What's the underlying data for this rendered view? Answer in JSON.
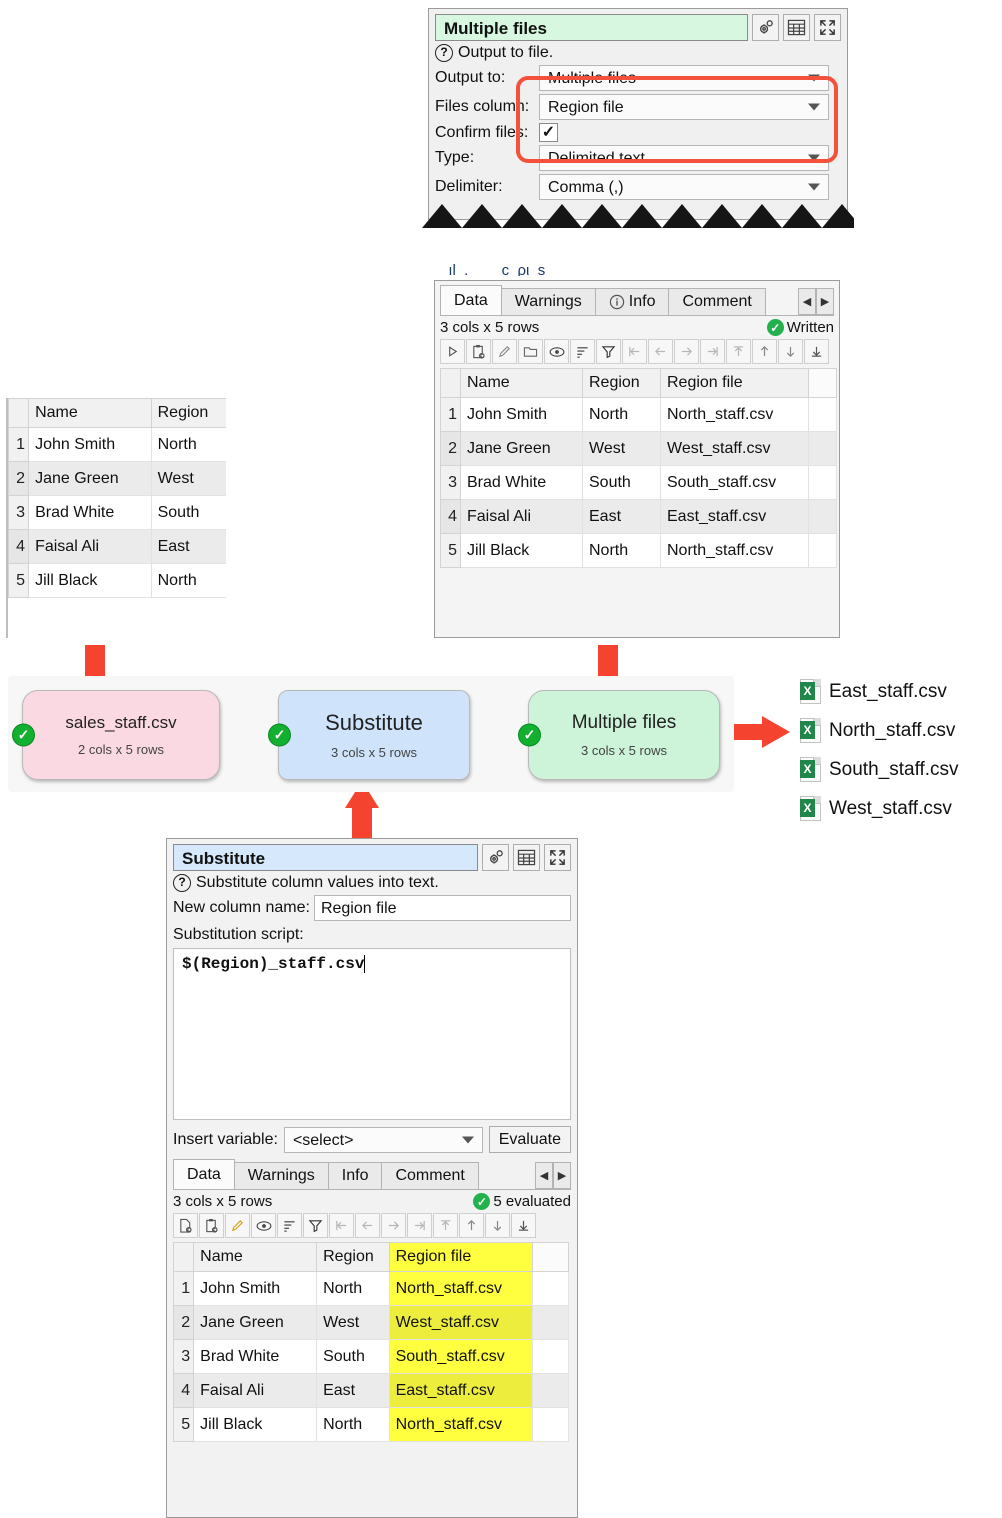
{
  "top_panel": {
    "title": "Multiple files",
    "help_text": "Output to file.",
    "icons": {
      "gear": "gear-icon",
      "table": "table-icon",
      "expand": "expand-icon",
      "help": "?"
    },
    "fields": [
      {
        "label": "Output to:",
        "value": "Multiple files",
        "type": "combo"
      },
      {
        "label": "Files column:",
        "value": "Region file",
        "type": "combo"
      },
      {
        "label": "Confirm files:",
        "value": "✓",
        "type": "checkbox"
      },
      {
        "label": "Type:",
        "value": "Delimited text",
        "type": "combo"
      },
      {
        "label": "Delimiter:",
        "value": "Comma (,)",
        "type": "combo"
      }
    ],
    "highlight_color": "#f4513c"
  },
  "left_table": {
    "columns": [
      "Name",
      "Region"
    ],
    "rows": [
      {
        "n": "1",
        "Name": "John Smith",
        "Region": "North"
      },
      {
        "n": "2",
        "Name": "Jane Green",
        "Region": "West"
      },
      {
        "n": "3",
        "Name": "Brad White",
        "Region": "South"
      },
      {
        "n": "4",
        "Name": "Faisal Ali",
        "Region": "East"
      },
      {
        "n": "5",
        "Name": "Jill Black",
        "Region": "North"
      }
    ]
  },
  "output_panel": {
    "tabs": [
      {
        "label": "Data",
        "active": true
      },
      {
        "label": "Warnings",
        "active": false
      },
      {
        "label": "Info",
        "active": false,
        "icon": "info-icon"
      },
      {
        "label": "Comment",
        "active": false
      }
    ],
    "scroll_left": "◀",
    "scroll_right": "▶",
    "size_text": "3 cols x 5 rows",
    "status_text": "Written",
    "toolbar_icons": [
      "run-icon",
      "paste-icon",
      "edit-icon",
      "folder-icon",
      "eye-icon",
      "sort-icon",
      "filter-icon",
      "first-col-icon",
      "prev-col-icon",
      "next-col-icon",
      "last-col-icon",
      "first-row-icon",
      "prev-row-icon",
      "next-row-icon",
      "last-row-icon"
    ],
    "columns": [
      "Name",
      "Region",
      "Region file"
    ],
    "rows": [
      {
        "n": "1",
        "Name": "John Smith",
        "Region": "North",
        "Region file": "North_staff.csv"
      },
      {
        "n": "2",
        "Name": "Jane Green",
        "Region": "West",
        "Region file": "West_staff.csv"
      },
      {
        "n": "3",
        "Name": "Brad White",
        "Region": "South",
        "Region file": "South_staff.csv"
      },
      {
        "n": "4",
        "Name": "Faisal Ali",
        "Region": "East",
        "Region file": "East_staff.csv"
      },
      {
        "n": "5",
        "Name": "Jill Black",
        "Region": "North",
        "Region file": "North_staff.csv"
      }
    ]
  },
  "flow": {
    "nodes": [
      {
        "label": "sales_staff.csv",
        "sub": "2 cols x 5 rows",
        "color": "pink",
        "status": "✓"
      },
      {
        "label": "Substitute",
        "sub": "3 cols x 5 rows",
        "color": "blue",
        "status": "✓"
      },
      {
        "label": "Multiple files",
        "sub": "3 cols x 5 rows",
        "color": "green",
        "status": "✓"
      }
    ]
  },
  "files": [
    {
      "name": "East_staff.csv",
      "icon": "excel-file-icon"
    },
    {
      "name": "North_staff.csv",
      "icon": "excel-file-icon"
    },
    {
      "name": "South_staff.csv",
      "icon": "excel-file-icon"
    },
    {
      "name": "West_staff.csv",
      "icon": "excel-file-icon"
    }
  ],
  "bottom_panel": {
    "title": "Substitute",
    "help_text": "Substitute column values into text.",
    "new_column_label": "New column name:",
    "new_column_value": "Region file",
    "script_label": "Substitution script:",
    "script_value": "$(Region)_staff.csv",
    "insert_variable_label": "Insert variable:",
    "insert_variable_value": "<select>",
    "evaluate_label": "Evaluate",
    "tabs": [
      {
        "label": "Data",
        "active": true
      },
      {
        "label": "Warnings",
        "active": false
      },
      {
        "label": "Info",
        "active": false
      },
      {
        "label": "Comment",
        "active": false
      }
    ],
    "scroll_left": "◀",
    "scroll_right": "▶",
    "size_text": "3 cols x 5 rows",
    "status_text": "5 evaluated",
    "toolbar_icons": [
      "new-file-icon",
      "paste-icon",
      "edit-icon",
      "eye-icon",
      "sort-icon",
      "filter-icon",
      "first-col-icon",
      "prev-col-icon",
      "next-col-icon",
      "last-col-icon",
      "first-row-icon",
      "prev-row-icon",
      "next-row-icon",
      "last-row-icon"
    ],
    "columns": [
      "Name",
      "Region",
      "Region file"
    ],
    "highlight_column": "Region file",
    "rows": [
      {
        "n": "1",
        "Name": "John Smith",
        "Region": "North",
        "Region file": "North_staff.csv"
      },
      {
        "n": "2",
        "Name": "Jane Green",
        "Region": "West",
        "Region file": "West_staff.csv"
      },
      {
        "n": "3",
        "Name": "Brad White",
        "Region": "South",
        "Region file": "South_staff.csv"
      },
      {
        "n": "4",
        "Name": "Faisal Ali",
        "Region": "East",
        "Region file": "East_staff.csv"
      },
      {
        "n": "5",
        "Name": "Jill Black",
        "Region": "North",
        "Region file": "North_staff.csv"
      }
    ]
  },
  "colors": {
    "red_arrow": "#f4432e",
    "green_status": "#12b02f",
    "highlight_yellow": "#ffff40",
    "node_pink": "#fbd9e3",
    "node_blue": "#cfe4fa",
    "node_green": "#cdf3d9"
  }
}
